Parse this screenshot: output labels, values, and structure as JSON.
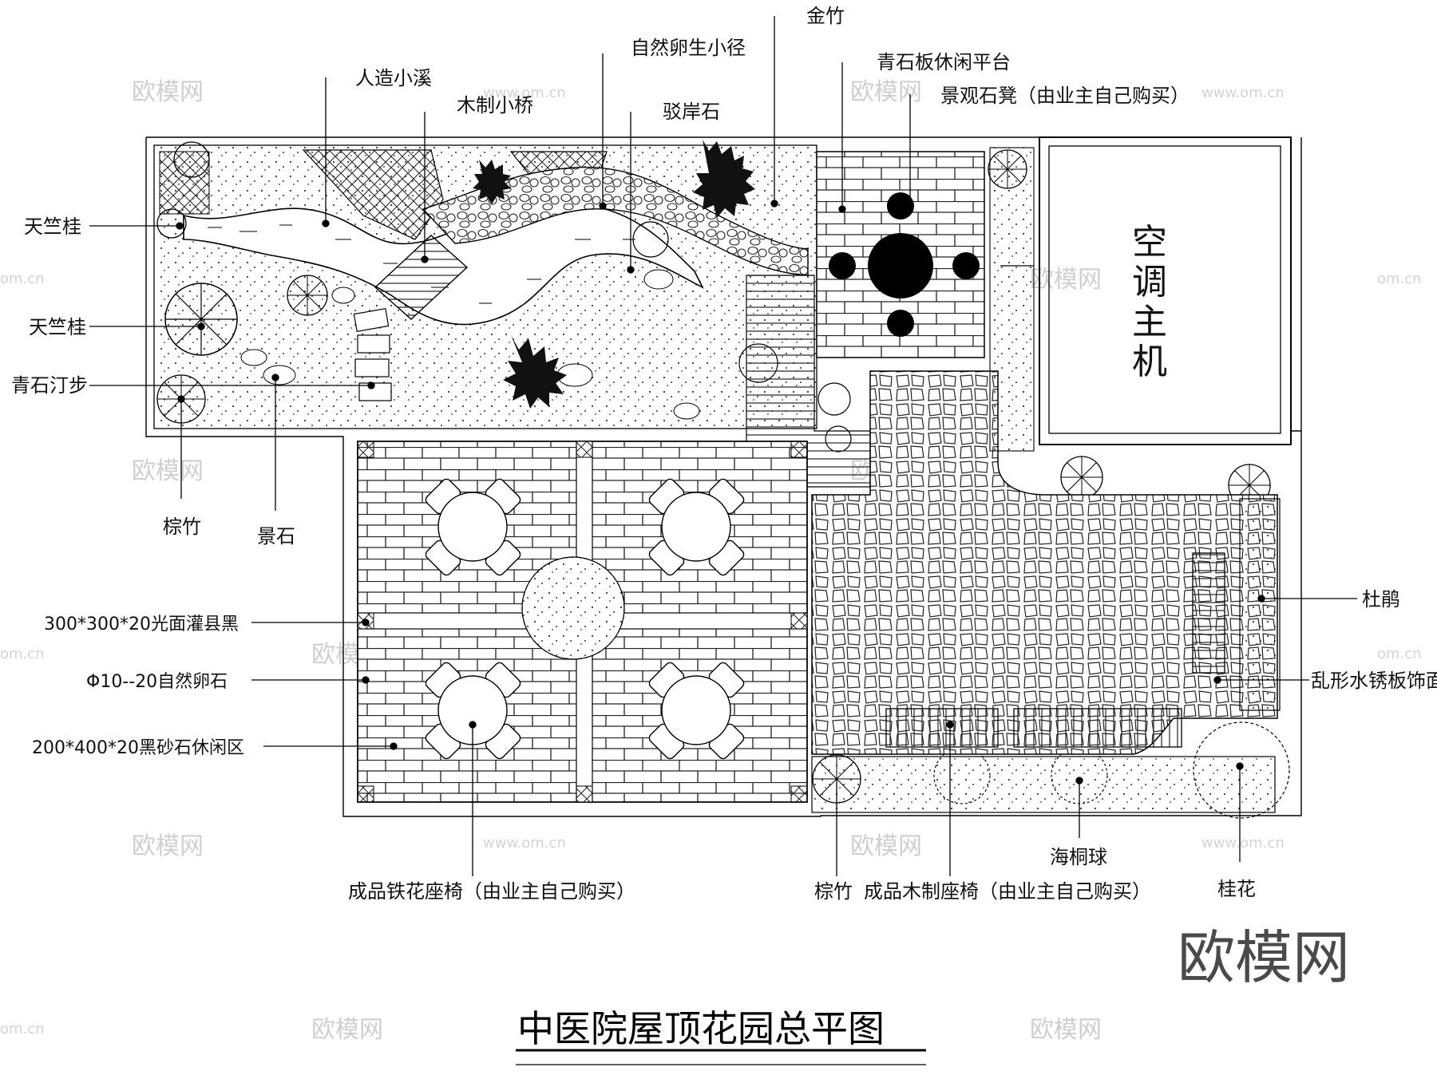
{
  "title": "中医院屋顶花园总平图",
  "ac_unit": [
    "空",
    "调",
    "主",
    "机"
  ],
  "watermark": {
    "brand": "欧模网",
    "url": "www.om.cn",
    "url_fragment": "om.cn"
  },
  "labels": {
    "jin_zhu": "金竹",
    "ziran_luanshi_xiaojing": "自然卵生小径",
    "qingshiban_xiuxian_pingtai": "青石板休闲平台",
    "rengao_xiaoxi": "人造小溪",
    "jingguan_shideng": "景观石凳（由业主自己购买）",
    "muzhi_xiaoqiao": "木制小桥",
    "boan_shi": "驳岸石",
    "tianzhu_gui_1": "天竺桂",
    "tianzhu_gui_2": "天竺桂",
    "qingshi_tingbu": "青石汀步",
    "zong_zhu_left": "棕竹",
    "jing_shi": "景石",
    "guanxian_hei": "300*300*20光面灌县黑",
    "ziran_luanshi": "Φ10--20自然卵石",
    "heishashi_xiuxianqu": "200*400*20黑砂石休闲区",
    "du_juan": "杜鹃",
    "luanxing_xiuban": "乱形水锈板饰面",
    "tiehua_zuoyi": "成品铁花座椅（由业主自己购买）",
    "zong_zhu_bottom": "棕竹",
    "muzhi_zuoyi": "成品木制座椅（由业主自己购买）",
    "haitong_qiu": "海桐球",
    "gui_hua": "桂花"
  }
}
